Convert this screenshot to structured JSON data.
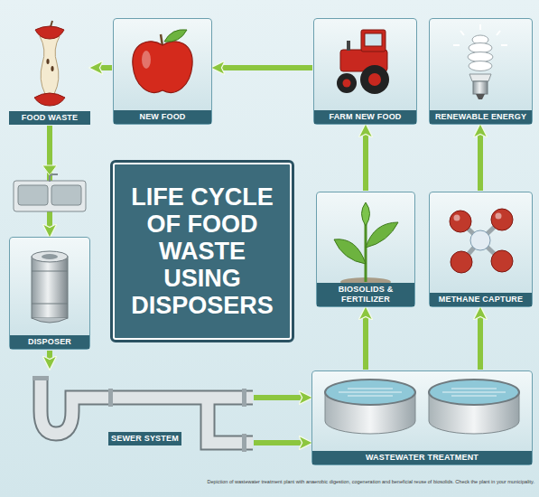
{
  "diagram": {
    "title": "LIFE CYCLE OF FOOD WASTE USING DISPOSERS",
    "caption": "Depiction of wastewater treatment plant with anaerobic digestion, cogeneration and beneficial reuse of biosolids. Check the plant in your municipality.",
    "nodes": [
      {
        "text": [
          "FOOD WASTE"
        ]
      },
      {
        "text": [
          "NEW FOOD"
        ]
      },
      {
        "text": [
          "FARM NEW FOOD"
        ]
      },
      {
        "text": [
          "RENEWABLE ENERGY"
        ]
      },
      {
        "text": [
          "DISPOSER"
        ]
      },
      {
        "text": [
          "BIOSOLIDS & FERTILIZER"
        ]
      },
      {
        "text": [
          "METHANE CAPTURE"
        ]
      },
      {
        "text": [
          "SEWER SYSTEM"
        ]
      },
      {
        "text": [
          "WASTEWATER TREATMENT"
        ]
      }
    ],
    "edges": [
      {
        "from": 0,
        "to": 4,
        "arrow": "to"
      },
      {
        "from": 4,
        "to": 7,
        "arrow": "to"
      },
      {
        "from": 7,
        "to": 8,
        "arrow": "to"
      },
      {
        "from": 7,
        "to": 8,
        "arrow": "to"
      },
      {
        "from": 8,
        "to": 5,
        "arrow": "to"
      },
      {
        "from": 8,
        "to": 6,
        "arrow": "to"
      },
      {
        "from": 5,
        "to": 2,
        "arrow": "to"
      },
      {
        "from": 6,
        "to": 3,
        "arrow": "to"
      },
      {
        "from": 2,
        "to": 1,
        "arrow": "to"
      },
      {
        "from": 1,
        "to": 0,
        "arrow": "to"
      }
    ]
  }
}
